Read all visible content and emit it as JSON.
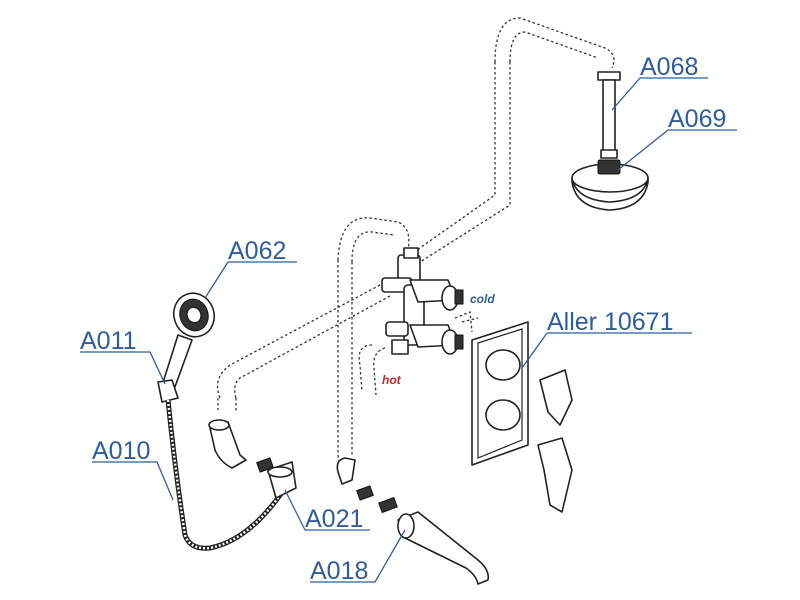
{
  "labels": {
    "a068": "A068",
    "a069": "A069",
    "a062": "A062",
    "a011": "A011",
    "a010": "A010",
    "a021": "A021",
    "a018": "A018",
    "aller": "Aller 10671"
  },
  "hints": {
    "cold": "cold",
    "hot": "hot"
  },
  "colors": {
    "label": "#2f5d9a",
    "cold": "#2f5d9a",
    "hot": "#c0282d"
  }
}
